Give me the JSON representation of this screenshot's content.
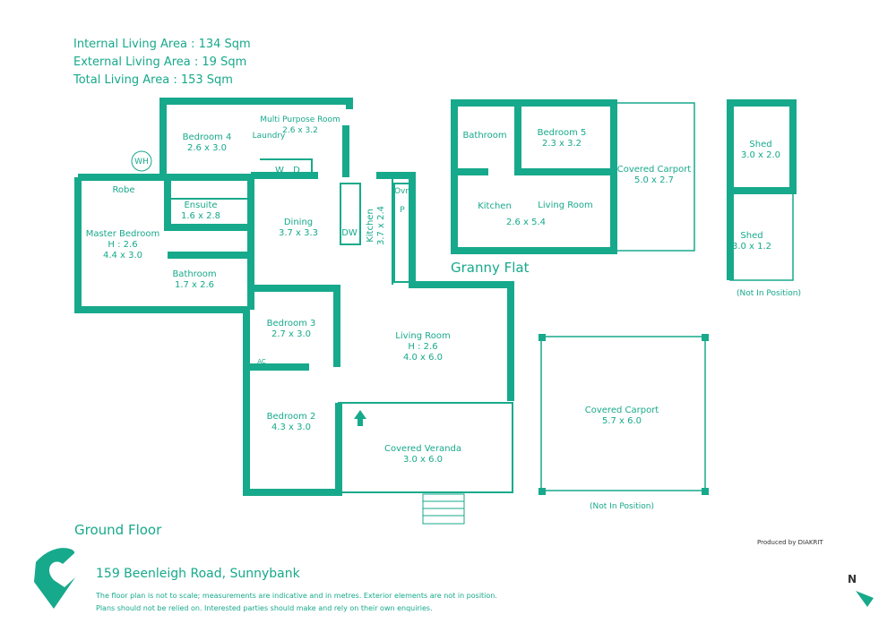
{
  "areas": {
    "internal": "Internal Living Area : 134 Sqm",
    "external": "External Living Area : 19 Sqm",
    "total": "Total Living Area : 153 Sqm"
  },
  "rooms": {
    "bedroom4": {
      "name": "Bedroom 4",
      "size": "2.6 x 3.0"
    },
    "multi": {
      "name": "Multi Purpose Room",
      "size": "2.6 x 3.2"
    },
    "laundry": "Laundry",
    "w": "W",
    "d": "D",
    "wh": "WH",
    "ac": "AC",
    "robe": "Robe",
    "ensuite": {
      "name": "Ensuite",
      "size": "1.6 x 2.8"
    },
    "master": {
      "name": "Master Bedroom",
      "height": "H : 2.6",
      "size": "4.4 x 3.0"
    },
    "bathroom": {
      "name": "Bathroom",
      "size": "1.7 x 2.6"
    },
    "dining": {
      "name": "Dining",
      "size": "3.7 x 3.3"
    },
    "dw": "DW",
    "ovn": "Ovn",
    "p": "P",
    "kitchen": {
      "name": "Kitchen",
      "size": "3.7 x 2.4"
    },
    "bedroom3": {
      "name": "Bedroom 3",
      "size": "2.7 x 3.0"
    },
    "living": {
      "name": "Living Room",
      "height": "H : 2.6",
      "size": "4.0 x 6.0"
    },
    "bedroom2": {
      "name": "Bedroom 2",
      "size": "4.3 x 3.0"
    },
    "veranda": {
      "name": "Covered Veranda",
      "size": "3.0 x 6.0"
    }
  },
  "granny": {
    "title": "Granny Flat",
    "bathroom": "Bathroom",
    "bedroom5": {
      "name": "Bedroom 5",
      "size": "2.3 x 3.2"
    },
    "kitchen": "Kitchen",
    "living": "Living Room",
    "size": "2.6 x 5.4",
    "carport": {
      "name": "Covered Carport",
      "size": "5.0 x 2.7"
    }
  },
  "sheds": {
    "shed1": {
      "name": "Shed",
      "size": "3.0 x 2.0"
    },
    "shed2": {
      "name": "Shed",
      "size": "3.0 x 1.2"
    },
    "note": "(Not In Position)"
  },
  "carport": {
    "name": "Covered Carport",
    "size": "5.7 x 6.0",
    "note": "(Not In Position)"
  },
  "floor": "Ground Floor",
  "produced": "Produced by DIAKRIT",
  "address": "159 Beenleigh Road, Sunnybank",
  "disclaimer1": "The floor plan is not to scale; measurements are indicative and in metres. Exterior elements are not in position.",
  "disclaimer2": "Plans should not be relied on. Interested parties should make and rely on their own enquiries.",
  "north": "N",
  "colors": {
    "accent": "#17a98b"
  }
}
